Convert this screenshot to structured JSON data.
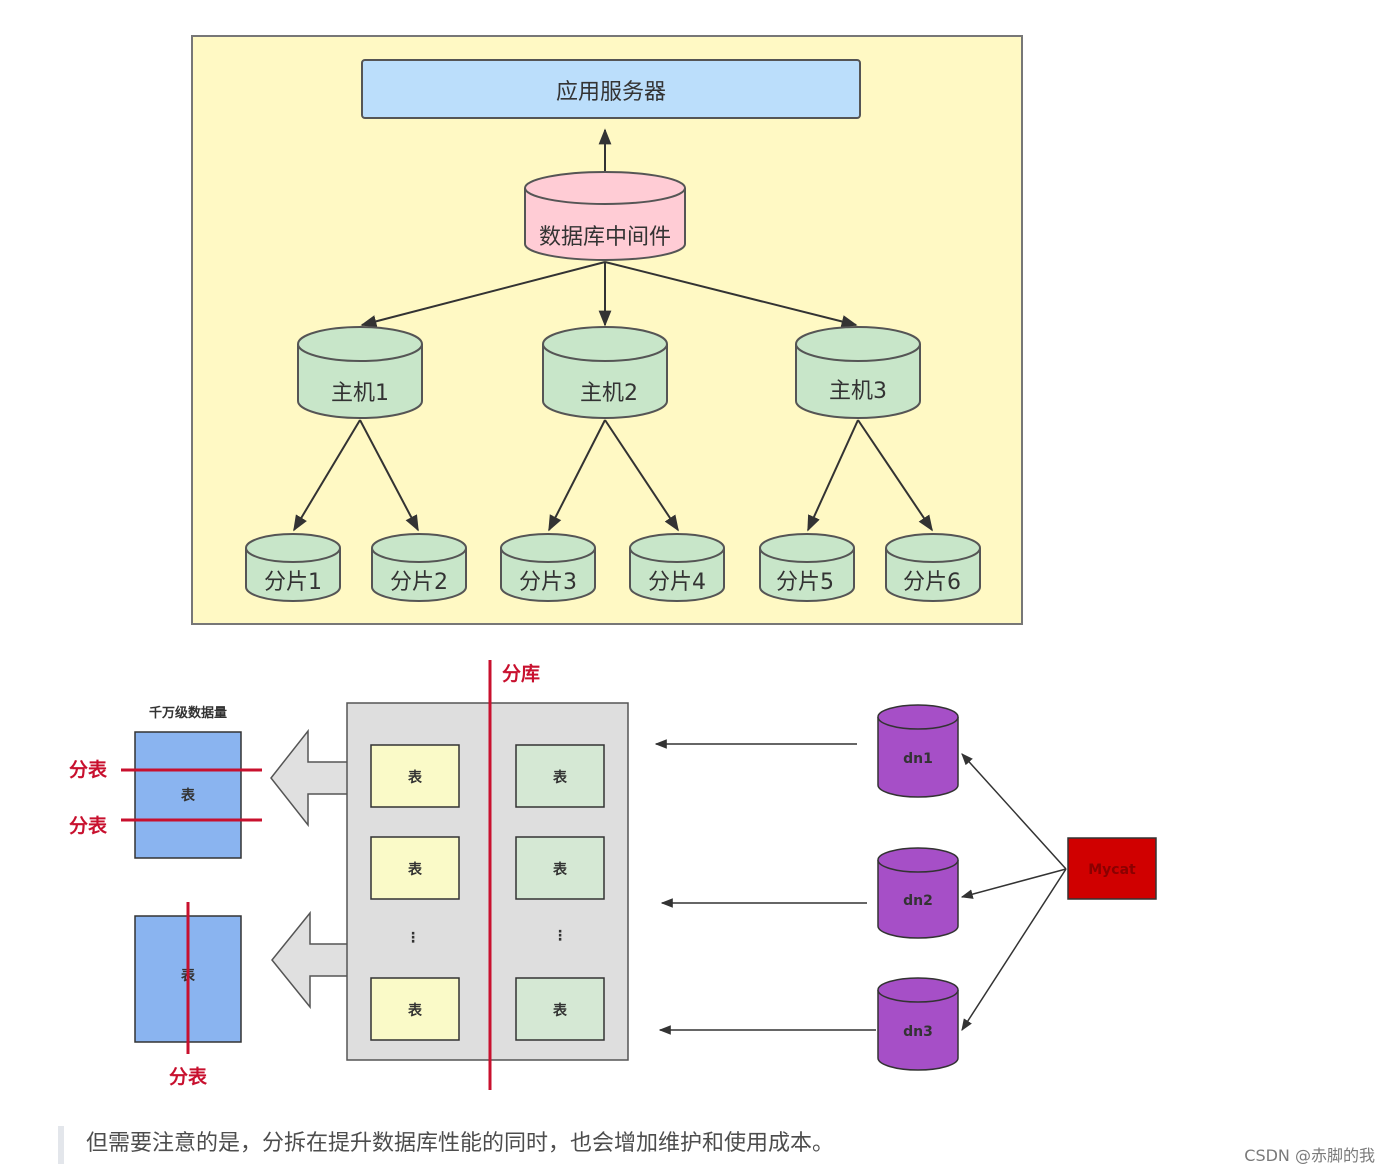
{
  "top_diagram": {
    "app_server": "应用服务器",
    "middleware": "数据库中间件",
    "hosts": [
      "主机1",
      "主机2",
      "主机3"
    ],
    "shards": [
      "分片1",
      "分片2",
      "分片3",
      "分片4",
      "分片5",
      "分片6"
    ],
    "colors": {
      "background": "#fff9c4",
      "server": "#bbdefb",
      "middleware": "#ffccd5",
      "node": "#c8e6c9"
    }
  },
  "bottom_diagram": {
    "big_table_title": "千万级数据量",
    "split_db_label": "分库",
    "split_table_label": "分表",
    "table_label": "表",
    "ellipsis": "⋮",
    "data_nodes": [
      "dn1",
      "dn2",
      "dn3"
    ],
    "mycat": "Mycat",
    "colors": {
      "blue_table": "#8ab4f0",
      "yellow_table": "#fafac8",
      "green_table": "#d5e8d4",
      "purple_node": "#a64fc7",
      "mycat": "#d00000",
      "split_line": "#c8102e"
    }
  },
  "footer": {
    "quote": "但需要注意的是，分拆在提升数据库性能的同时，也会增加维护和使用成本。",
    "watermark": "CSDN @赤脚的我"
  }
}
